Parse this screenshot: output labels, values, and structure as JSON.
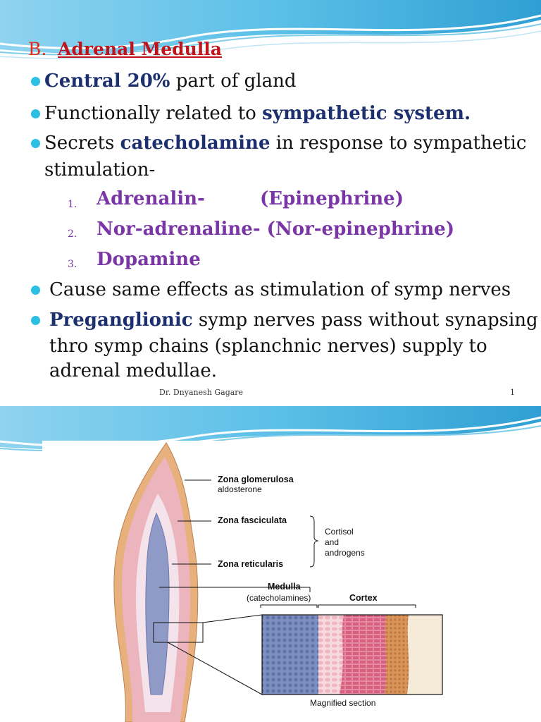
{
  "slide1": {
    "heading_letter": "B.",
    "heading_title": "Adrenal Medulla",
    "bullets": [
      {
        "strong": "Central 20%",
        "rest": " part of gland"
      },
      {
        "pre": "Functionally related to ",
        "strong": "sympathetic system."
      },
      {
        "pre": "Secrets ",
        "strong": "catecholamine",
        "rest": " in response to sympathetic",
        "line2": "stimulation-"
      }
    ],
    "numbered": [
      {
        "num": "1.",
        "text": "Adrenalin-",
        "alt": "(Epinephrine)"
      },
      {
        "num": "2.",
        "text": "Nor-adrenaline- (Nor-epinephrine)"
      },
      {
        "num": "3.",
        "text": "Dopamine"
      }
    ],
    "bullet4": "Cause same effects as stimulation of symp nerves",
    "bullet5": {
      "strong": "Preganglionic",
      "rest": " symp nerves pass without synapsing",
      "line2": "thro symp chains (splanchnic nerves) supply to",
      "line3": "adrenal medullae."
    },
    "footer_author": "Dr. Dnyanesh Gagare",
    "footer_page": "1"
  },
  "diagram": {
    "zona_glomerulosa": "Zona glomerulosa",
    "aldosterone": "aldosterone",
    "zona_fasciculata": "Zona fasciculata",
    "zona_reticularis": "Zona reticularis",
    "cortisol": "Cortisol",
    "and": "and",
    "androgens": "androgens",
    "medulla": "Medulla",
    "catecholamines": "(catecholamines)",
    "cortex": "Cortex",
    "magnified": "Magnified section"
  },
  "colors": {
    "bullet": "#2bbfe4",
    "wave": "#3ab0dc",
    "heading": "#c0141c",
    "blue_text": "#1c2f6e",
    "purple_text": "#7a35a6"
  }
}
